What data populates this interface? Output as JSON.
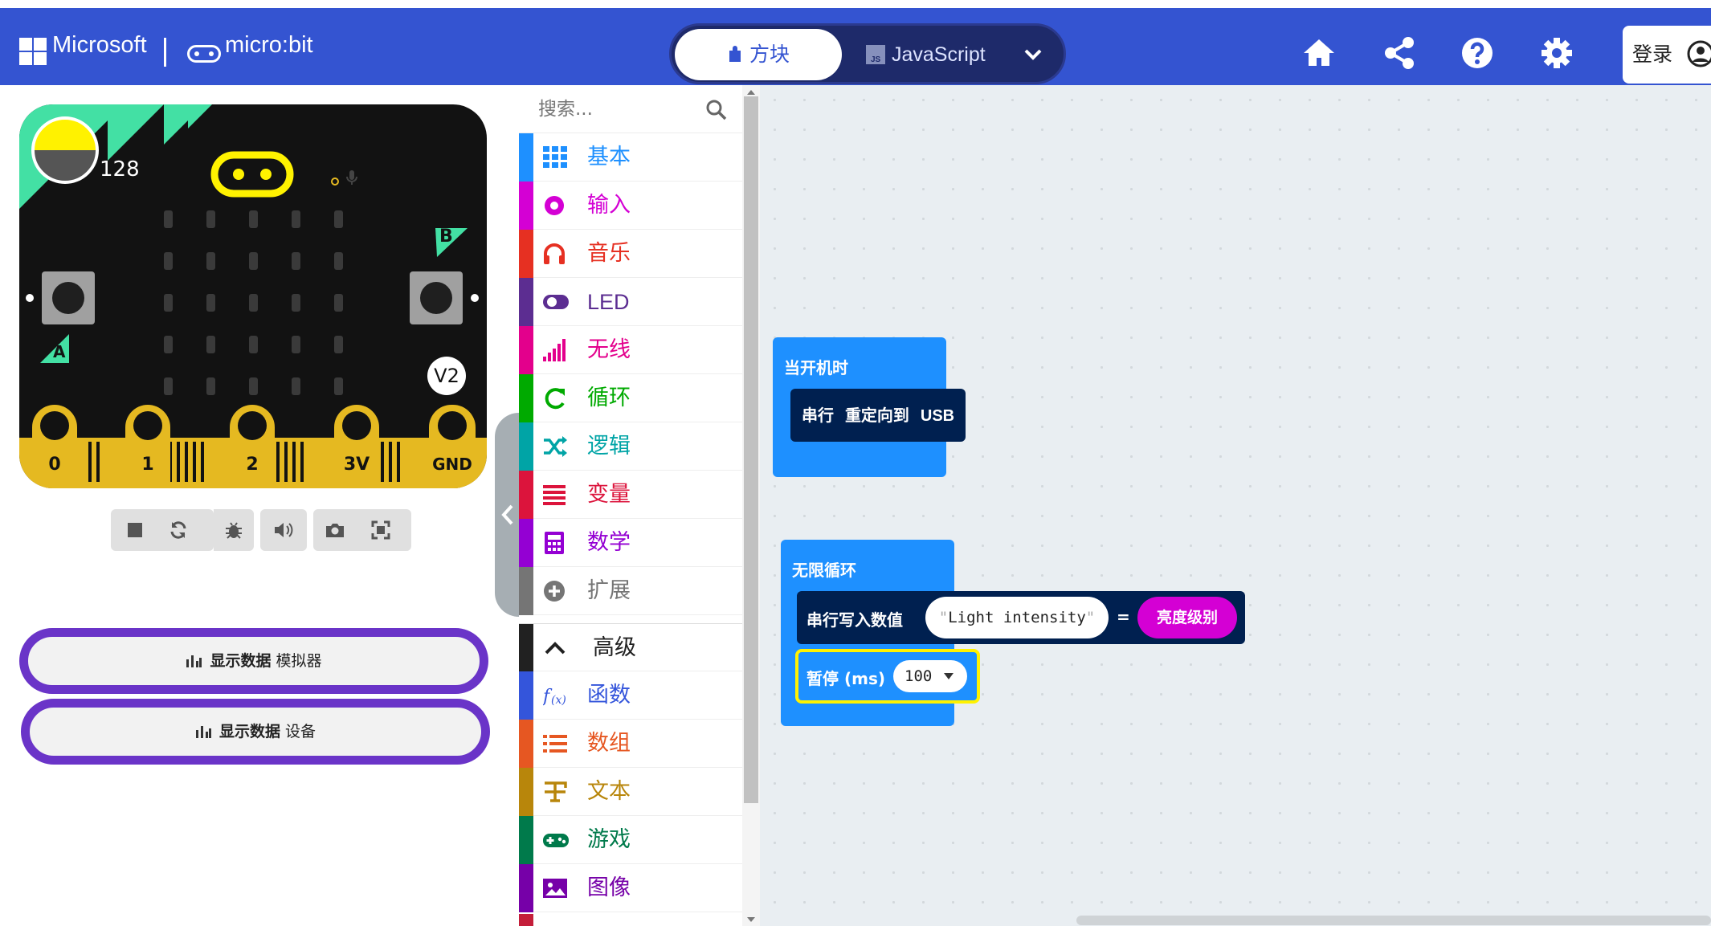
{
  "header": {
    "brand": "Microsoft",
    "product": "micro:bit",
    "editor_tabs": {
      "blocks": "方块",
      "javascript": "JavaScript"
    },
    "login_label": "登录",
    "colors": {
      "header_bg": "#3454d1",
      "accent": "#3454d1"
    },
    "icons": [
      "home-icon",
      "share-icon",
      "help-icon",
      "settings-icon",
      "login-icon"
    ]
  },
  "simulator": {
    "light_level": "128",
    "version": "V2",
    "button_a": "A",
    "button_b": "B",
    "pins": [
      "0",
      "1",
      "2",
      "3V",
      "GND"
    ],
    "controls": [
      "stop-icon",
      "restart-icon",
      "debug-icon",
      "mute-icon",
      "screenshot-icon",
      "fullscreen-icon"
    ],
    "show_data_simulator": {
      "bold": "显示数据",
      "rest": "模拟器"
    },
    "show_data_device": {
      "bold": "显示数据",
      "rest": "设备"
    }
  },
  "toolbox": {
    "search_placeholder": "搜索...",
    "categories": [
      {
        "label": "基本",
        "color": "#1e90ff",
        "icon": "grid-icon"
      },
      {
        "label": "输入",
        "color": "#d400d4",
        "icon": "target-icon"
      },
      {
        "label": "音乐",
        "color": "#e63022",
        "icon": "headphones-icon"
      },
      {
        "label": "LED",
        "color": "#5c2d91",
        "icon": "toggle-icon"
      },
      {
        "label": "无线",
        "color": "#e3008c",
        "icon": "signal-icon"
      },
      {
        "label": "循环",
        "color": "#00aa00",
        "icon": "refresh-icon"
      },
      {
        "label": "逻辑",
        "color": "#00a4a6",
        "icon": "shuffle-icon"
      },
      {
        "label": "变量",
        "color": "#dc143c",
        "icon": "list-icon"
      },
      {
        "label": "数学",
        "color": "#9400d3",
        "icon": "calculator-icon"
      },
      {
        "label": "扩展",
        "color": "#757575",
        "icon": "plus-circle-icon"
      }
    ],
    "advanced": {
      "label": "高级",
      "color": "#212121"
    },
    "advanced_categories": [
      {
        "label": "函数",
        "color": "#3455db",
        "icon": "function-icon"
      },
      {
        "label": "数组",
        "color": "#e65722",
        "icon": "array-icon"
      },
      {
        "label": "文本",
        "color": "#b8860b",
        "icon": "text-icon"
      },
      {
        "label": "游戏",
        "color": "#007a4b",
        "icon": "gamepad-icon"
      },
      {
        "label": "图像",
        "color": "#7600a8",
        "icon": "image-icon"
      }
    ]
  },
  "workspace": {
    "on_start": {
      "hat": "当开机时",
      "statement_a": "串行",
      "statement_b": "重定向到",
      "statement_c": "USB"
    },
    "forever": {
      "hat": "无限循环",
      "serial_write": "串行写入数值",
      "serial_name": "Light intensity",
      "equals": "=",
      "value_block": "亮度级别",
      "pause_label": "暂停 (ms)",
      "pause_value": "100"
    },
    "colors": {
      "basic": "#1e90ff",
      "serial": "#002050",
      "input": "#d400d4",
      "highlight": "#fff200"
    }
  }
}
